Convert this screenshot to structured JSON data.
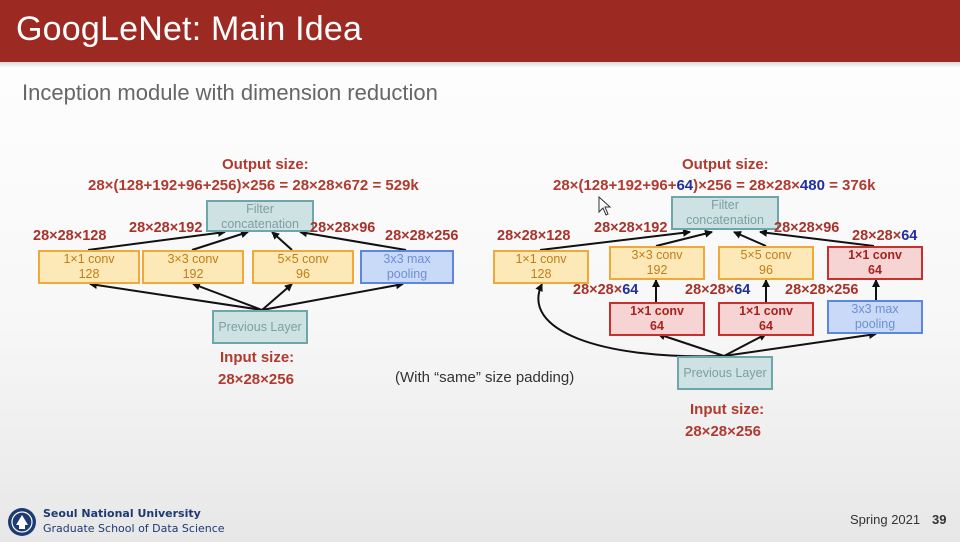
{
  "slide": {
    "title": "GoogLeNet: Main Idea",
    "subtitle": "Inception module with dimension reduction",
    "padding_note": "(With “same” size padding)",
    "term": "Spring 2021",
    "page": "39"
  },
  "footer": {
    "university": "Seoul National University",
    "school": "Graduate School of Data Science"
  },
  "left": {
    "output_label": "Output size:",
    "output_formula": "28×(128+192+96+256)×256 = 28×28×672 = 529k",
    "filter": [
      "Filter",
      "concatenation"
    ],
    "previous": "Previous Layer",
    "input_label": "Input size:",
    "input_value": "28×28×256",
    "boxes": [
      {
        "line1": "1×1 conv",
        "line2": "128"
      },
      {
        "line1": "3×3 conv",
        "line2": "192"
      },
      {
        "line1": "5×5 conv",
        "line2": "96"
      },
      {
        "line1": "3x3 max",
        "line2": "pooling"
      }
    ],
    "dims": [
      "28×28×128",
      "28×28×192",
      "28×28×96",
      "28×28×256"
    ]
  },
  "right": {
    "output_label": "Output size:",
    "output_formula": {
      "a": "28×(128+192+96+",
      "b": "64",
      "c": ")×256 = 28×28×",
      "d": "480",
      "e": " = 376k"
    },
    "filter": [
      "Filter",
      "concatenation"
    ],
    "previous": "Previous Layer",
    "input_label": "Input size:",
    "input_value": "28×28×256",
    "top_boxes": [
      {
        "line1": "1×1 conv",
        "line2": "128"
      },
      {
        "line1": "3×3 conv",
        "line2": "192"
      },
      {
        "line1": "5×5 conv",
        "line2": "96"
      },
      {
        "line1": "1×1 conv",
        "line2": "64"
      }
    ],
    "bottom_boxes": [
      {
        "line1": "1×1 conv",
        "line2": "64"
      },
      {
        "line1": "1×1 conv",
        "line2": "64"
      },
      {
        "line1": "3x3 max",
        "line2": "pooling"
      }
    ],
    "dims_top": [
      "28×28×128",
      "28×28×192",
      "28×28×96"
    ],
    "dim_top_last": {
      "prefix": "28×28×",
      "value": "64"
    },
    "dims_mid": [
      {
        "prefix": "28×28×",
        "value": "64"
      },
      {
        "prefix": "28×28×",
        "value": "64"
      }
    ],
    "dim_mid_last": "28×28×256"
  },
  "colors": {
    "title_bar": "#9c2a23",
    "label_red": "#b03a2e",
    "highlight_blue": "#1f2f9e"
  }
}
